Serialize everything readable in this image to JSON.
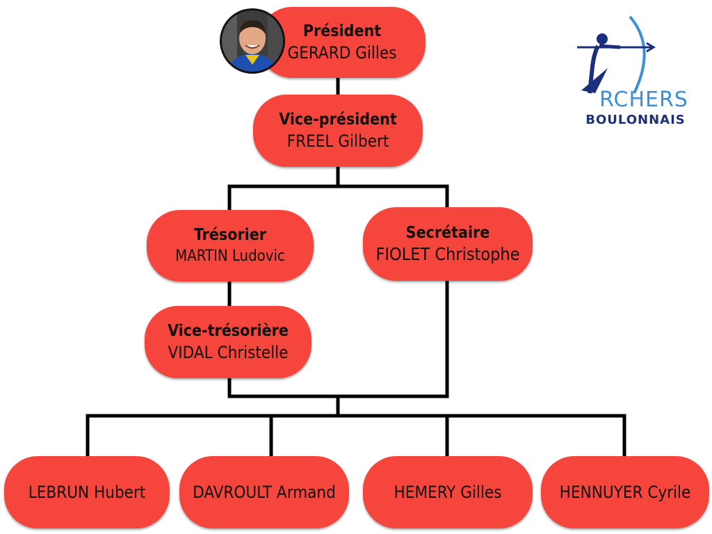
{
  "logo": {
    "line1": "RCHERS",
    "line2": "BOULONNAIS",
    "colors": {
      "blue": "#3a8fd8",
      "navy": "#1b2f7a"
    }
  },
  "nodes": {
    "president": {
      "role": "Président",
      "name": "GERARD Gilles"
    },
    "vice_president": {
      "role": "Vice-président",
      "name": "FREEL Gilbert"
    },
    "tresorier": {
      "role": "Trésorier",
      "name": "MARTIN Ludovic"
    },
    "secretaire": {
      "role": "Secrétaire",
      "name": "FIOLET Christophe"
    },
    "vice_tresoriere": {
      "role": "Vice-trésorière",
      "name": "VIDAL Christelle"
    },
    "members": [
      {
        "name": "LEBRUN Hubert"
      },
      {
        "name": "DAVROULT Armand"
      },
      {
        "name": "HEMERY Gilles"
      },
      {
        "name": "HENNUYER Cyrile"
      }
    ]
  },
  "colors": {
    "node_fill": "#f5453c",
    "connector": "#000000"
  }
}
